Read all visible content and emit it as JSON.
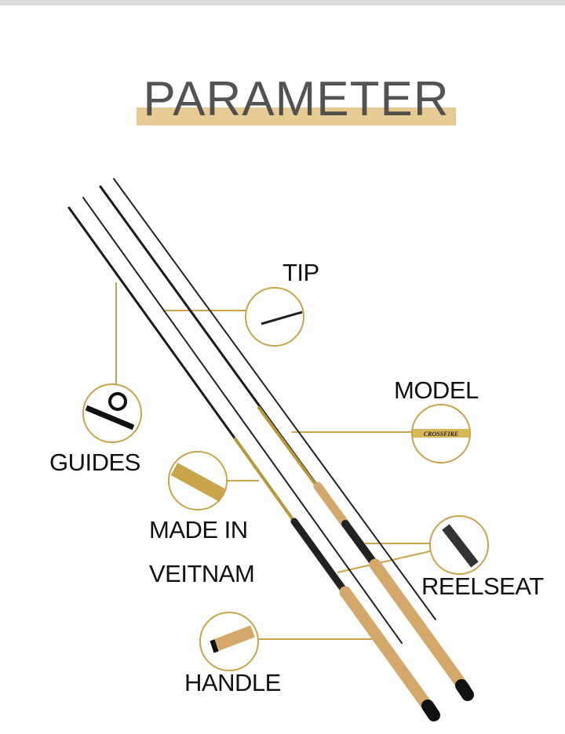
{
  "title": "PARAMETER",
  "labels": {
    "tip": "TIP",
    "model": "MODEL",
    "guides": "GUIDES",
    "made_in_line1": "MADE IN",
    "made_in_line2": "VEITNAM",
    "reelseat": "REELSEAT",
    "handle": "HANDLE"
  },
  "model_badge": "CROSSFIRE",
  "colors": {
    "accent": "#c9a44a",
    "band": "#e6cc94",
    "cork": "#d4a86a"
  }
}
